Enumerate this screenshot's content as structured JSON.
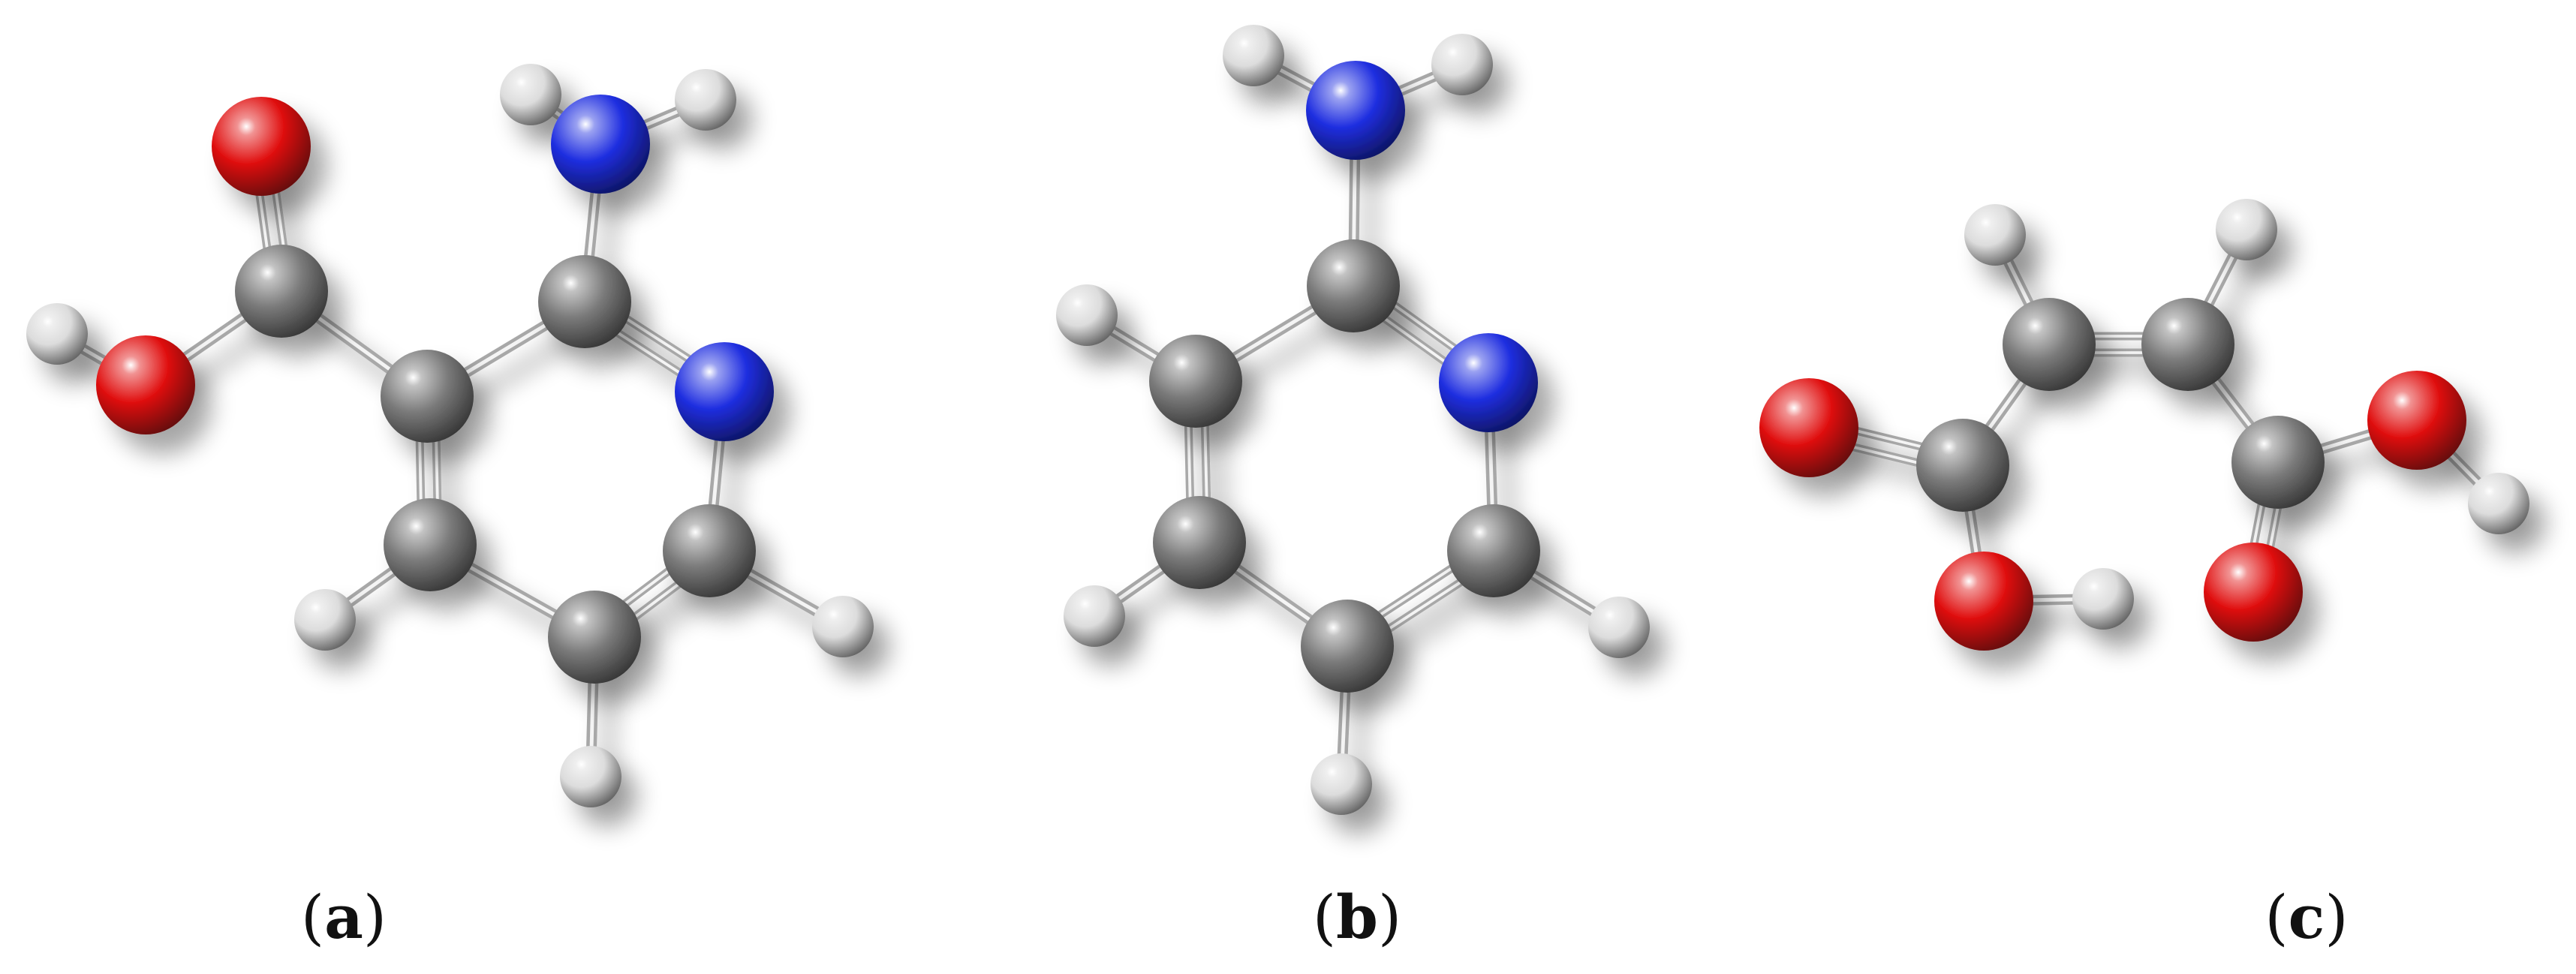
{
  "panels": [
    {
      "id": "a",
      "label": "a",
      "atoms": [
        {
          "el": "O"
        },
        {
          "el": "C"
        },
        {
          "el": "O"
        },
        {
          "el": "H"
        },
        {
          "el": "C"
        },
        {
          "el": "C"
        },
        {
          "el": "N"
        },
        {
          "el": "H"
        },
        {
          "el": "H"
        },
        {
          "el": "N"
        },
        {
          "el": "C"
        },
        {
          "el": "C"
        },
        {
          "el": "C"
        },
        {
          "el": "H"
        },
        {
          "el": "H"
        },
        {
          "el": "H"
        }
      ]
    },
    {
      "id": "b",
      "label": "b",
      "atoms": [
        {
          "el": "N"
        },
        {
          "el": "H"
        },
        {
          "el": "H"
        },
        {
          "el": "C"
        },
        {
          "el": "N"
        },
        {
          "el": "C"
        },
        {
          "el": "C"
        },
        {
          "el": "C"
        },
        {
          "el": "C"
        },
        {
          "el": "H"
        },
        {
          "el": "H"
        },
        {
          "el": "H"
        },
        {
          "el": "H"
        }
      ]
    },
    {
      "id": "c",
      "label": "c",
      "atoms": [
        {
          "el": "H"
        },
        {
          "el": "H"
        },
        {
          "el": "C"
        },
        {
          "el": "C"
        },
        {
          "el": "O"
        },
        {
          "el": "C"
        },
        {
          "el": "O"
        },
        {
          "el": "H"
        },
        {
          "el": "C"
        },
        {
          "el": "O"
        },
        {
          "el": "H"
        },
        {
          "el": "O"
        }
      ]
    }
  ],
  "element_colors": {
    "H": "#dcdcdc",
    "C": "#7a7a7a",
    "N": "#1f2ee0",
    "O": "#e01010"
  }
}
